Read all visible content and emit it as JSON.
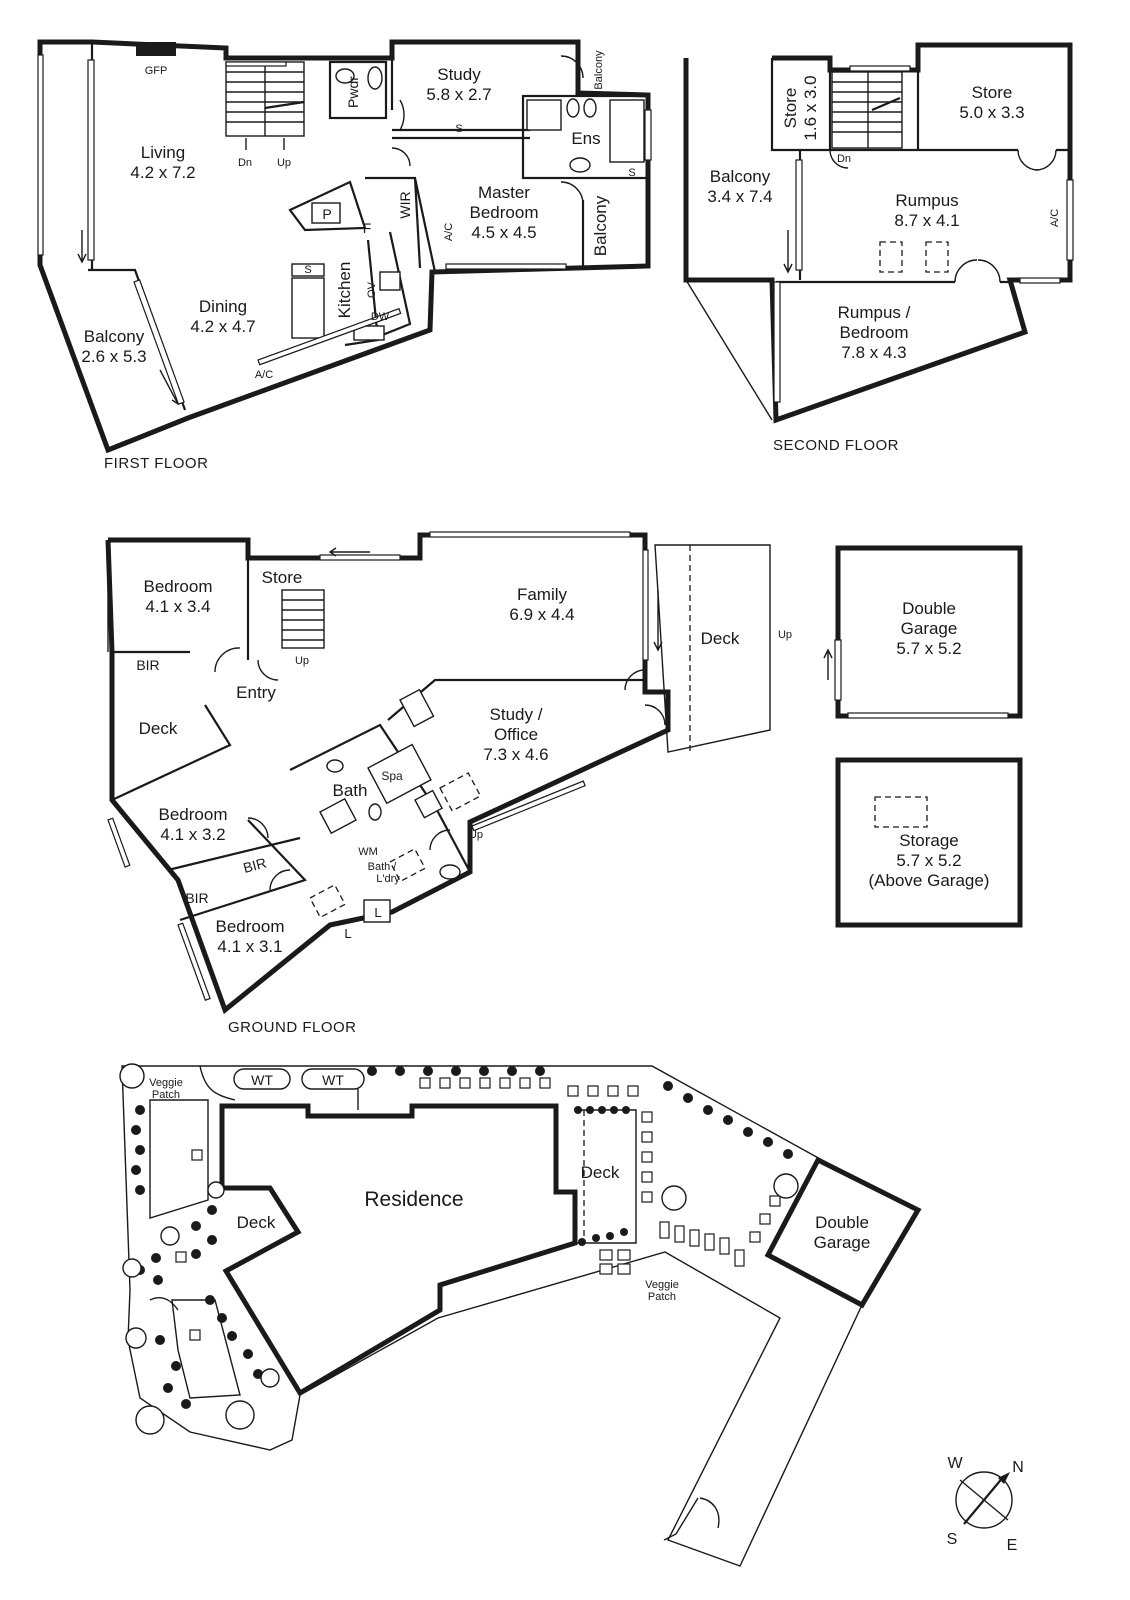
{
  "floors": {
    "first": "FIRST FLOOR",
    "second": "SECOND FLOOR",
    "ground": "GROUND FLOOR"
  },
  "first_floor": {
    "gfp": "GFP",
    "living": {
      "name": "Living",
      "size": "4.2 x 7.2"
    },
    "dining": {
      "name": "Dining",
      "size": "4.2 x 4.7"
    },
    "balcony": {
      "name": "Balcony",
      "size": "2.6 x 5.3"
    },
    "kitchen": "Kitchen",
    "pwdr": "Pwdr",
    "study": {
      "name": "Study",
      "size": "5.8 x 2.7"
    },
    "ens": "Ens",
    "wir": "WIR",
    "master": {
      "line1": "Master",
      "line2": "Bedroom",
      "size": "4.5 x 4.5"
    },
    "balcony_small": "Balcony",
    "balcony_side": "Balcony",
    "dn": "Dn",
    "up": "Up",
    "ac": "A/C",
    "ac2": "A/C",
    "p": "P",
    "f": "F",
    "s1": "S",
    "s2": "S",
    "s3": "S",
    "ov": "OV",
    "dw": "DW"
  },
  "second_floor": {
    "balcony": {
      "name": "Balcony",
      "size": "3.4 x 7.4"
    },
    "store_small": {
      "name": "Store",
      "size": "1.6 x 3.0"
    },
    "store": {
      "name": "Store",
      "size": "5.0 x 3.3"
    },
    "rumpus": {
      "name": "Rumpus",
      "size": "8.7 x 4.1"
    },
    "rumpus_bed": {
      "line1": "Rumpus /",
      "line2": "Bedroom",
      "size": "7.8 x 4.3"
    },
    "dn": "Dn",
    "ac": "A/C"
  },
  "ground_floor": {
    "bedroom1": {
      "name": "Bedroom",
      "size": "4.1 x 3.4"
    },
    "store": "Store",
    "family": {
      "name": "Family",
      "size": "6.9 x 4.4"
    },
    "deck_east": "Deck",
    "up_deck": "Up",
    "bir1": "BIR",
    "entry": "Entry",
    "up_stairs": "Up",
    "deck_west": "Deck",
    "study": {
      "line1": "Study /",
      "line2": "Office",
      "size": "7.3 x 4.6"
    },
    "bath": "Bath",
    "spa": "Spa",
    "bedroom2": {
      "name": "Bedroom",
      "size": "4.1 x 3.2"
    },
    "bir2": "BIR",
    "bir3": "BIR",
    "wm": "WM",
    "bath_ldry": {
      "line1": "Bath /",
      "line2": "L'dry"
    },
    "up_side": "Up",
    "bedroom3": {
      "name": "Bedroom",
      "size": "4.1 x 3.1"
    },
    "l1": "L",
    "l2": "L"
  },
  "garage": {
    "double": {
      "line1": "Double",
      "line2": "Garage",
      "size": "5.7 x 5.2"
    },
    "storage": {
      "name": "Storage",
      "size": "5.7 x 5.2",
      "note": "(Above Garage)"
    }
  },
  "site": {
    "veggie1": {
      "line1": "Veggie",
      "line2": "Patch"
    },
    "wt1": "WT",
    "wt2": "WT",
    "residence": "Residence",
    "deck_west": "Deck",
    "deck_east": "Deck",
    "veggie2": {
      "line1": "Veggie",
      "line2": "Patch"
    },
    "garage": {
      "line1": "Double",
      "line2": "Garage"
    }
  },
  "compass": {
    "w": "W",
    "n": "N",
    "s": "S",
    "e": "E"
  }
}
